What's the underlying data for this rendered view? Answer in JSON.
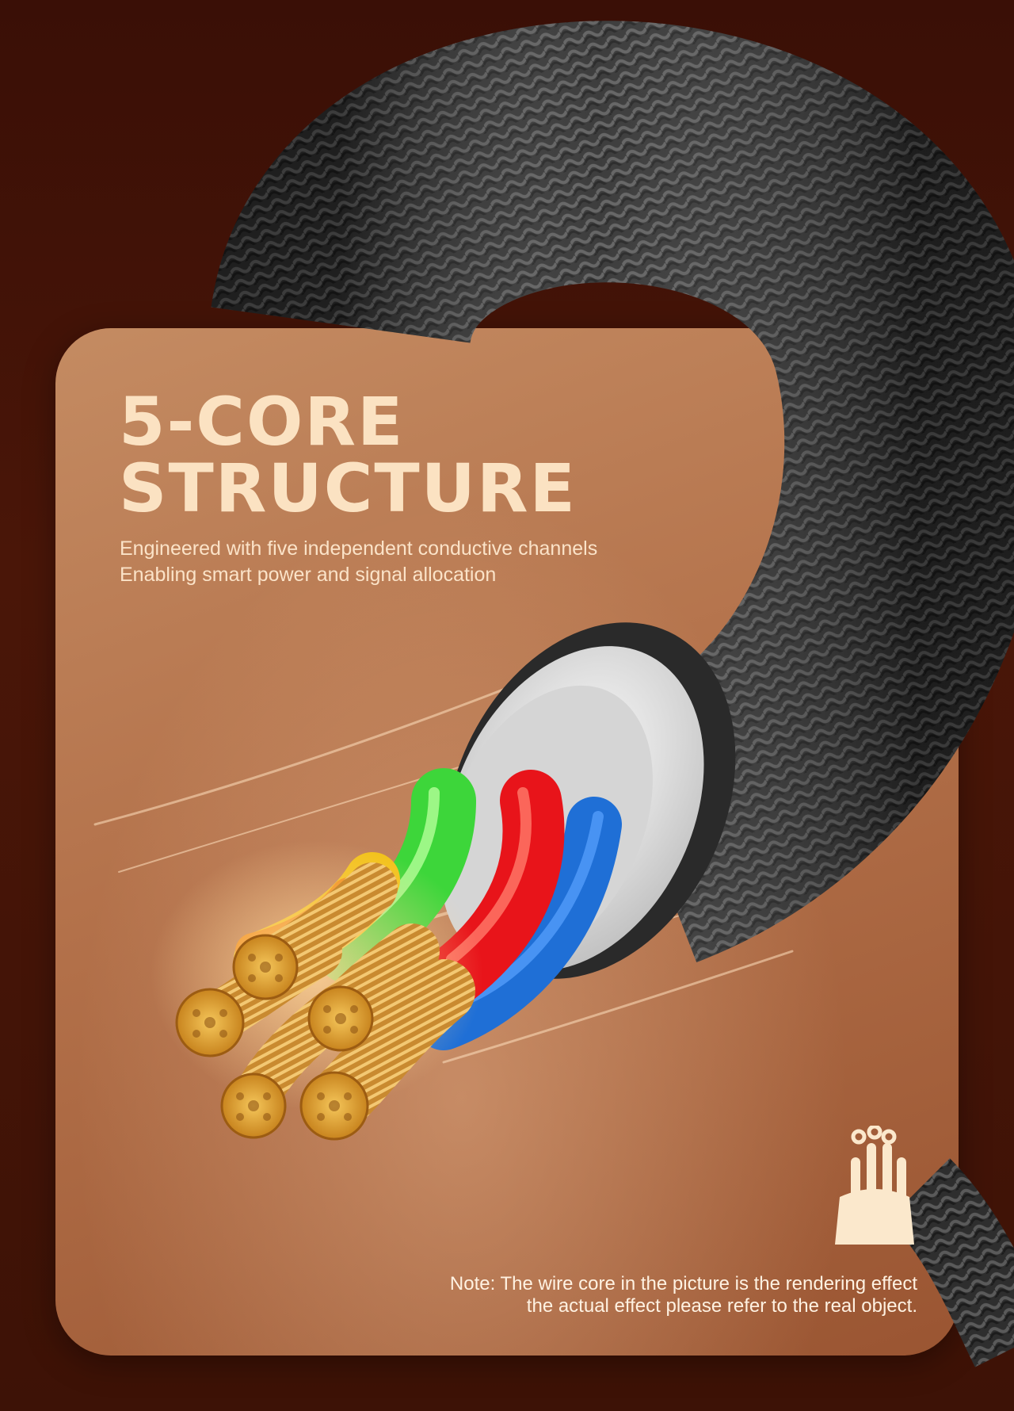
{
  "headline": {
    "line1": "5-CORE",
    "line2": "STRUCTURE"
  },
  "subtitle": {
    "line1": "Engineered with five independent conductive channels",
    "line2": "Enabling smart power and signal allocation"
  },
  "note": {
    "line1": "Note: The wire core in the picture is the rendering effect",
    "line2": "the actual effect please refer to the real object."
  },
  "icons": {
    "product": "braided-cable-image",
    "badge": "wire-core-icon"
  },
  "colors": {
    "background": "#3a0f06",
    "card": "#b3714a",
    "headline": "#fbe2c2",
    "icon": "#fbe8cc",
    "wire_green": "#3dd63a",
    "wire_red": "#e8141a",
    "wire_blue": "#1f6fd6",
    "wire_yellow": "#f2c21a",
    "wire_orange": "#f08a14",
    "copper": "#e0a23c"
  }
}
